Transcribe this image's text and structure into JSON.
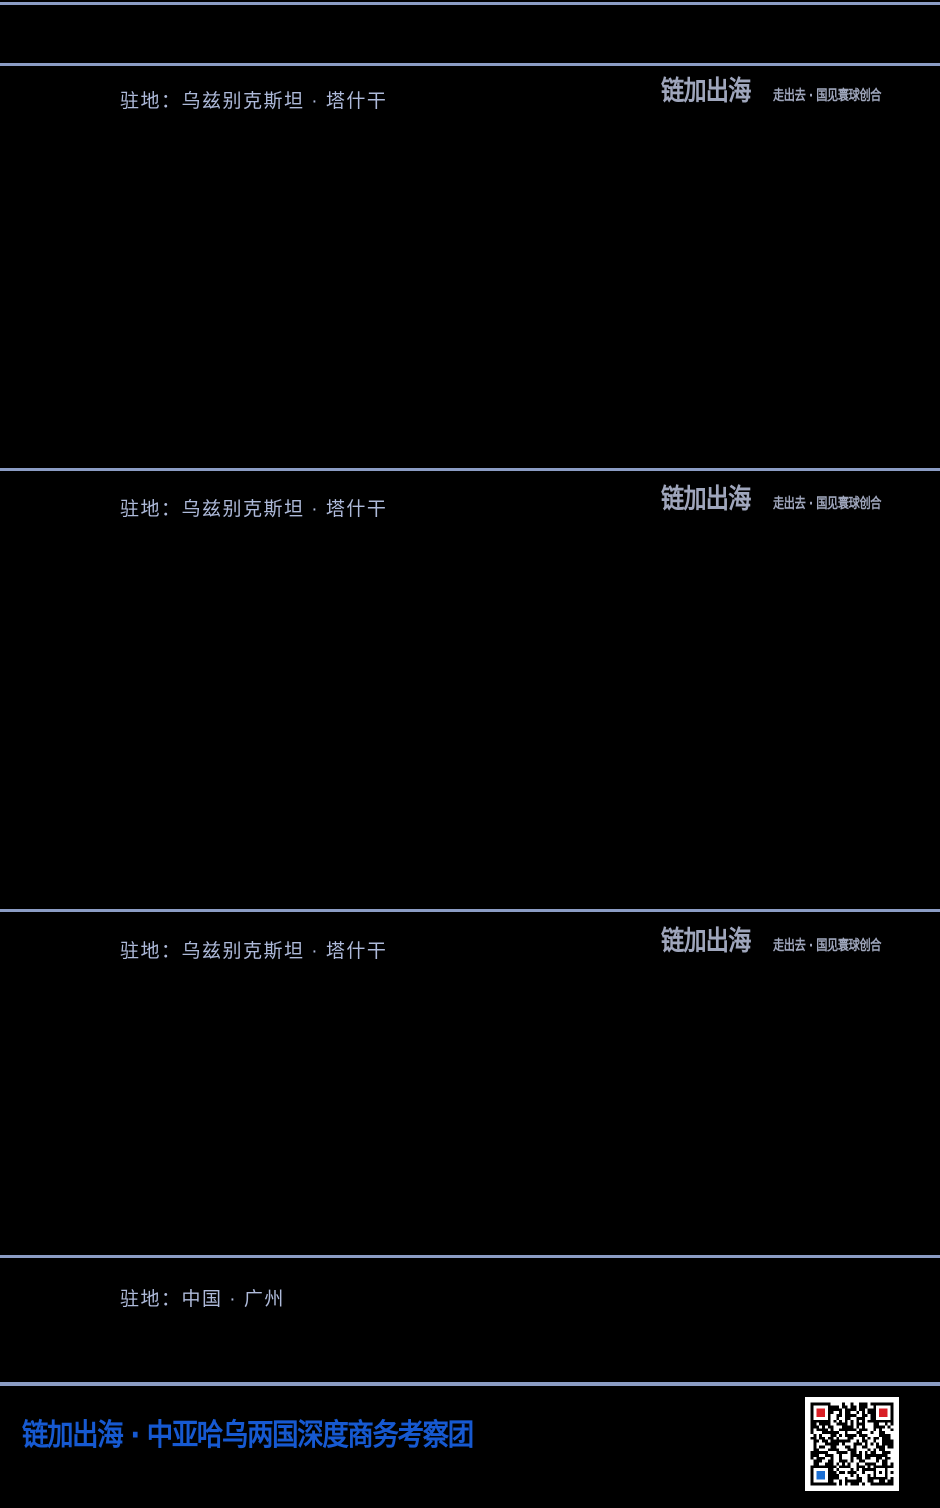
{
  "document": {
    "title": "链加出海 · 中亚哈乌两国深度商务考察团",
    "background_color": "#000000",
    "rule_color": "#8b9cc4",
    "body_text_color": "#aebada",
    "brand_blue": "#1659d1",
    "watermark_color": "#c3cbe6"
  },
  "brand": {
    "logo_main": "链加出海",
    "logo_subtitle": "走出去 · 国见寰球创合",
    "separator": "·"
  },
  "sections": [
    {
      "id": "day-section-1",
      "stay_label": "驻地：乌兹别克斯坦 · 塔什干",
      "has_logo": true
    },
    {
      "id": "day-section-2",
      "stay_label": "驻地：乌兹别克斯坦 · 塔什干",
      "has_logo": true
    },
    {
      "id": "day-section-3",
      "stay_label": "驻地：乌兹别克斯坦 · 塔什干",
      "has_logo": true
    },
    {
      "id": "day-section-4",
      "stay_label": "驻地：中国 · 广州",
      "has_logo": false
    }
  ],
  "footer": {
    "title": "链加出海 · 中亚哈乌两国深度商务考察团",
    "qr_code": {
      "name": "qr-code",
      "finder_colors": {
        "top_left": "#d91f26",
        "top_right": "#d91f26",
        "bottom_left": "#1b6fd4"
      },
      "module_color": "#000000",
      "background": "#ffffff"
    }
  }
}
